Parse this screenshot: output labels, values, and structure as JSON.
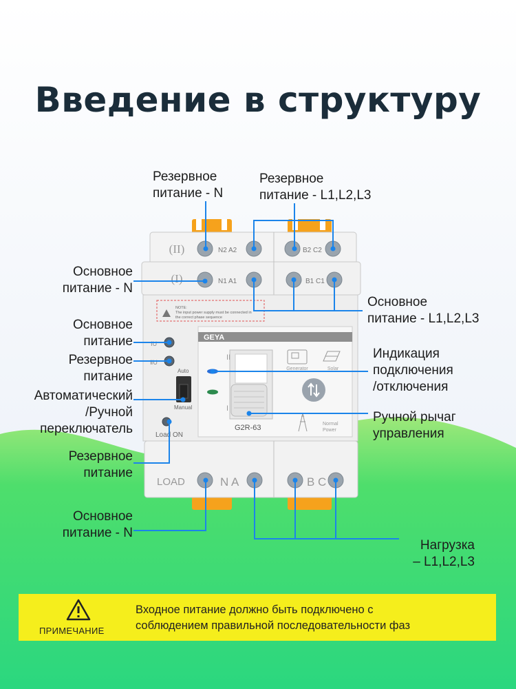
{
  "title": "Введение в структуру",
  "labels": {
    "backup_n": [
      "Резервное",
      "питание - N"
    ],
    "backup_l": [
      "Резервное",
      "питание - L1,L2,L3"
    ],
    "main_n_top": [
      "Основное",
      "питание - N"
    ],
    "main_l": [
      "Основное",
      "питание - L1,L2,L3"
    ],
    "main_power": [
      "Основное",
      "питание"
    ],
    "backup_power": [
      "Резервное",
      "питание"
    ],
    "auto_manual": [
      "Автоматический",
      "/Ручной",
      "переключатель"
    ],
    "backup_power2": [
      "Резервное",
      "питание"
    ],
    "main_n_bottom": [
      "Основное",
      "питание - N"
    ],
    "indication": [
      "Индикация",
      "подключения",
      "/отключения"
    ],
    "lever": [
      "Ручной рычаг",
      "управления"
    ],
    "load": [
      "Нагрузка",
      "– L1,L2,L3"
    ]
  },
  "device": {
    "row2_mark": "(II)",
    "row1_mark": "(I)",
    "n2a2": "N2 A2",
    "b2c2": "B2 C2",
    "n1a1": "N1 A1",
    "b1c1": "B1 C1",
    "note_title": "NOTE:",
    "note_line1": "The input power supply must be connected in",
    "note_line2": "the correct phase sequence",
    "brand": "GEYA",
    "ind_iu": "ⅠU",
    "ind_iiu": "ⅡU",
    "auto": "Auto",
    "manual": "Manual",
    "load_on": "Load ON",
    "model": "G2R-63",
    "generator": "Generator",
    "solar": "Solar",
    "normal_power": [
      "Normal",
      "Power"
    ],
    "lever_ii": "II",
    "lever_i": "I",
    "load": "LOAD",
    "n_a": "N  A",
    "b_c": "B  C"
  },
  "notice": {
    "heading": "ПРИМЕЧАНИЕ",
    "text": [
      "Входное питание должно быть подключено с",
      "соблюдением правильной последовательности фаз"
    ]
  },
  "colors": {
    "title": "#1b2d3a",
    "line": "#1b84ea",
    "notice_bg": "#f5ee1c",
    "green": "#3fdc6a",
    "terminal_orange": "#f6a21c"
  }
}
